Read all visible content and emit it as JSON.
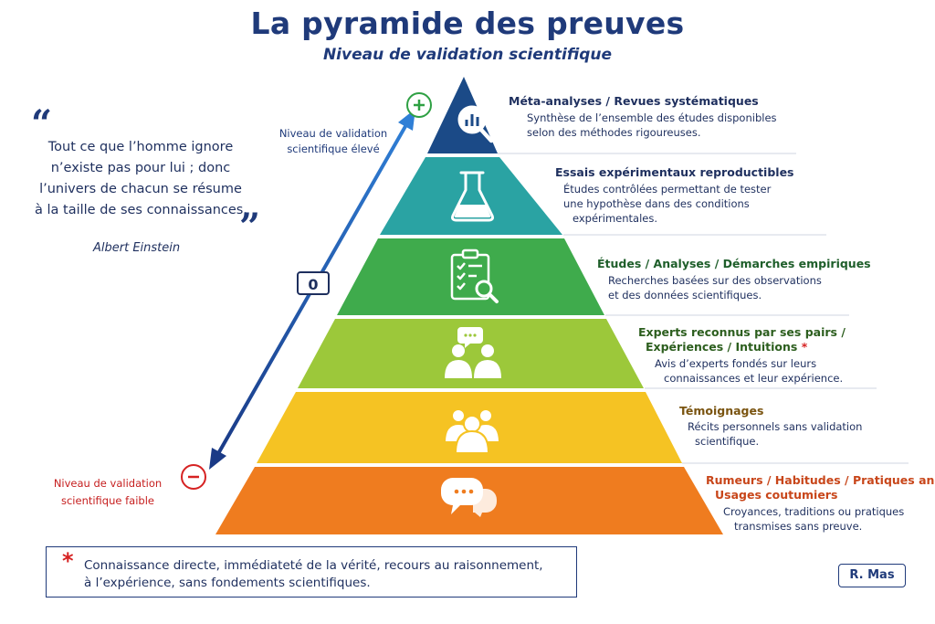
{
  "title": "La pyramide des preuves",
  "subtitle": "Niveau de validation scientifique",
  "quote": {
    "open": "“",
    "close": "”",
    "lines": [
      "Tout ce que l’homme ignore",
      "n’existe pas pour lui ; donc",
      "l’univers de chacun se résume",
      "à la taille de ses connaissances."
    ],
    "author": "Albert Einstein"
  },
  "scale": {
    "high_lines": [
      "Niveau de validation",
      "scientifique élevé"
    ],
    "low_lines": [
      "Niveau de validation",
      "scientifique faible"
    ],
    "zero": "0",
    "plus": "+",
    "minus": "−"
  },
  "levels": [
    {
      "title_lines": [
        "Méta-analyses / Revues systématiques"
      ],
      "desc_lines": [
        "Synthèse de l’ensemble des études disponibles",
        "selon des méthodes rigoureuses."
      ],
      "color": "#1b4a87",
      "title_color": "#1e2f5e",
      "icon": "magnifier-chart-icon"
    },
    {
      "title_lines": [
        "Essais expérimentaux reproductibles"
      ],
      "desc_lines": [
        "Études contrôlées permettant de tester",
        "une hypothèse dans des conditions",
        "expérimentales."
      ],
      "color": "#2aa3a3",
      "title_color": "#1e2f5e",
      "icon": "flask-icon"
    },
    {
      "title_lines": [
        "Études / Analyses / Démarches empiriques"
      ],
      "desc_lines": [
        "Recherches basées sur des observations",
        "et des données scientifiques."
      ],
      "color": "#3fab4c",
      "title_color": "#1e5e2a",
      "icon": "clipboard-search-icon"
    },
    {
      "title_lines": [
        "Experts reconnus par ses pairs /",
        "Expériences / Intuitions"
      ],
      "title_star": "*",
      "desc_lines": [
        "Avis d’experts fondés sur leurs",
        "connaissances et leur expérience."
      ],
      "color": "#9cc83a",
      "title_color": "#2c5e1e",
      "icon": "experts-icon"
    },
    {
      "title_lines": [
        "Témoignages"
      ],
      "desc_lines": [
        "Récits personnels sans validation",
        "scientifique."
      ],
      "color": "#f5c323",
      "title_color": "#7a5410",
      "icon": "people-icon"
    },
    {
      "title_lines": [
        "Rumeurs / Habitudes / Pratiques ancrées /",
        "Usages coutumiers"
      ],
      "desc_lines": [
        "Croyances, traditions ou pratiques",
        "transmises sans preuve."
      ],
      "color": "#ef7c1f",
      "title_color": "#c8461a",
      "icon": "speech-bubbles-icon"
    }
  ],
  "note": {
    "star": "*",
    "lines": [
      "Connaissance directe, immédiateté de la vérité,  recours au raisonnement,",
      "à l’expérience, sans fondements scientifiques."
    ]
  },
  "author_credit": "R. Mas"
}
